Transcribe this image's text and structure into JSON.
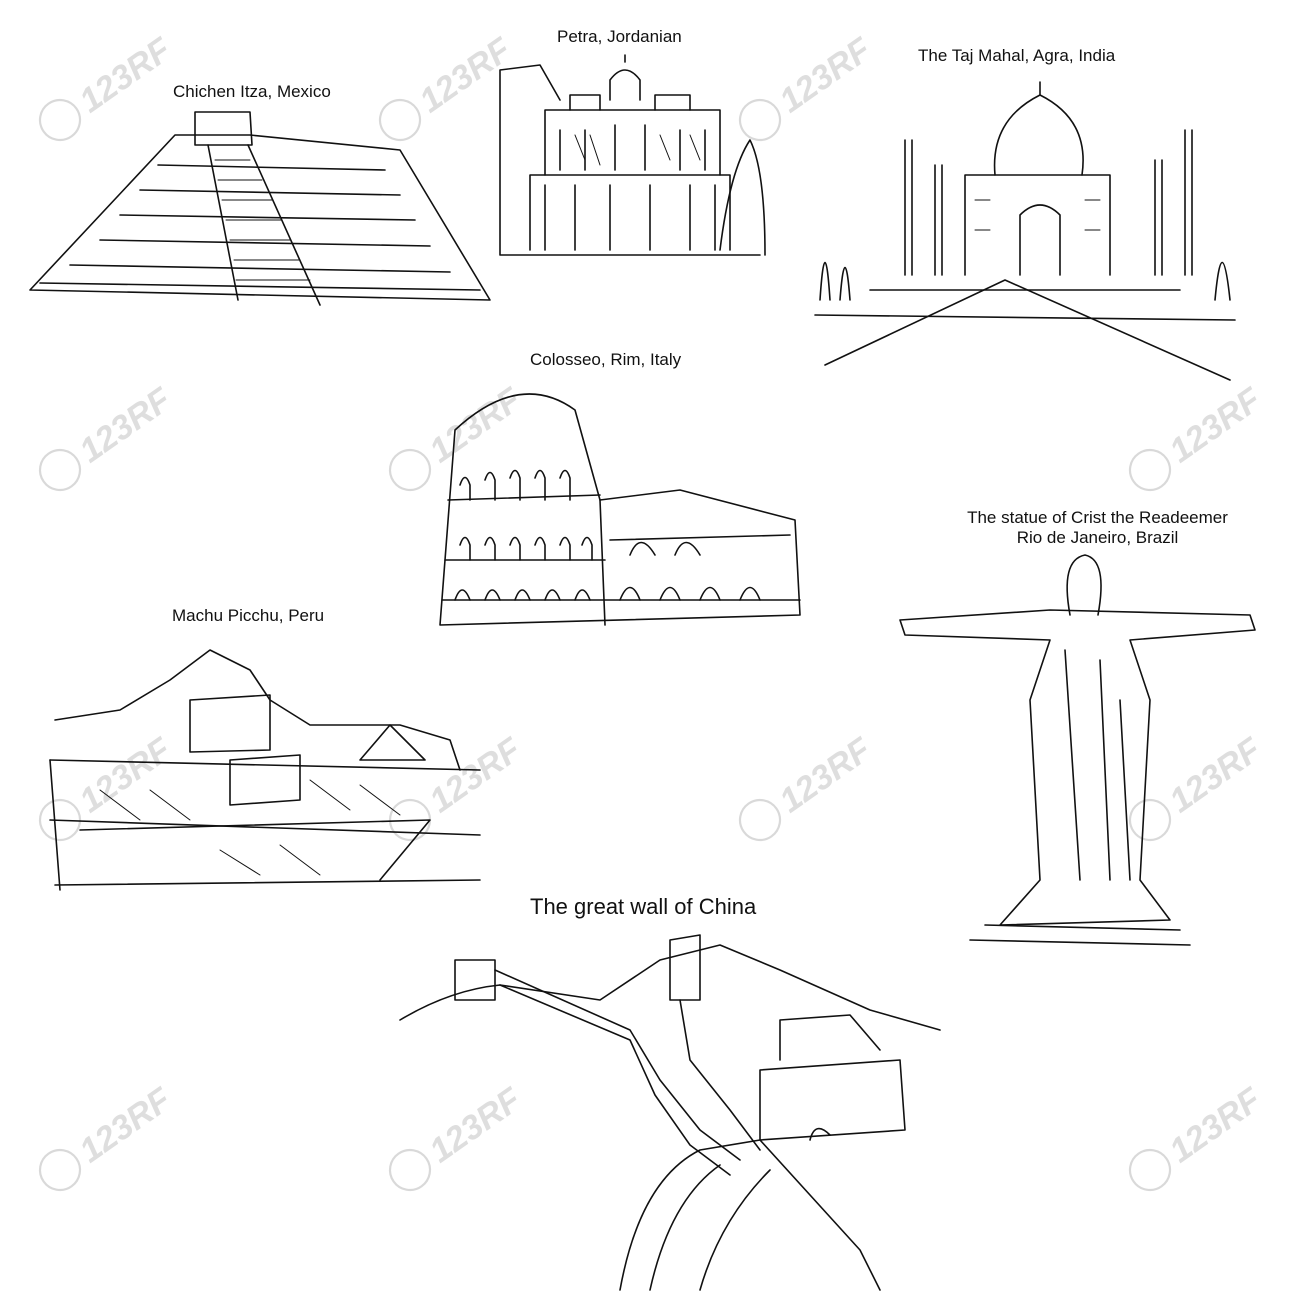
{
  "landmarks": [
    {
      "id": "chichen-itza",
      "label": "Chichen Itza, Mexico"
    },
    {
      "id": "petra",
      "label": "Petra, Jordanian"
    },
    {
      "id": "taj-mahal",
      "label": "The Taj Mahal, Agra, India"
    },
    {
      "id": "colosseum",
      "label": "Colosseo, Rim, Italy"
    },
    {
      "id": "christ-redeemer",
      "label_line1": "The statue of Crist the Readeemer",
      "label_line2": "Rio de Janeiro, Brazil"
    },
    {
      "id": "machu-picchu",
      "label": "Machu Picchu, Peru"
    },
    {
      "id": "great-wall",
      "label": "The great wall of China"
    }
  ],
  "watermark": {
    "text": "123RF",
    "color": "#d9d9d9"
  },
  "ink_color": "#111111"
}
